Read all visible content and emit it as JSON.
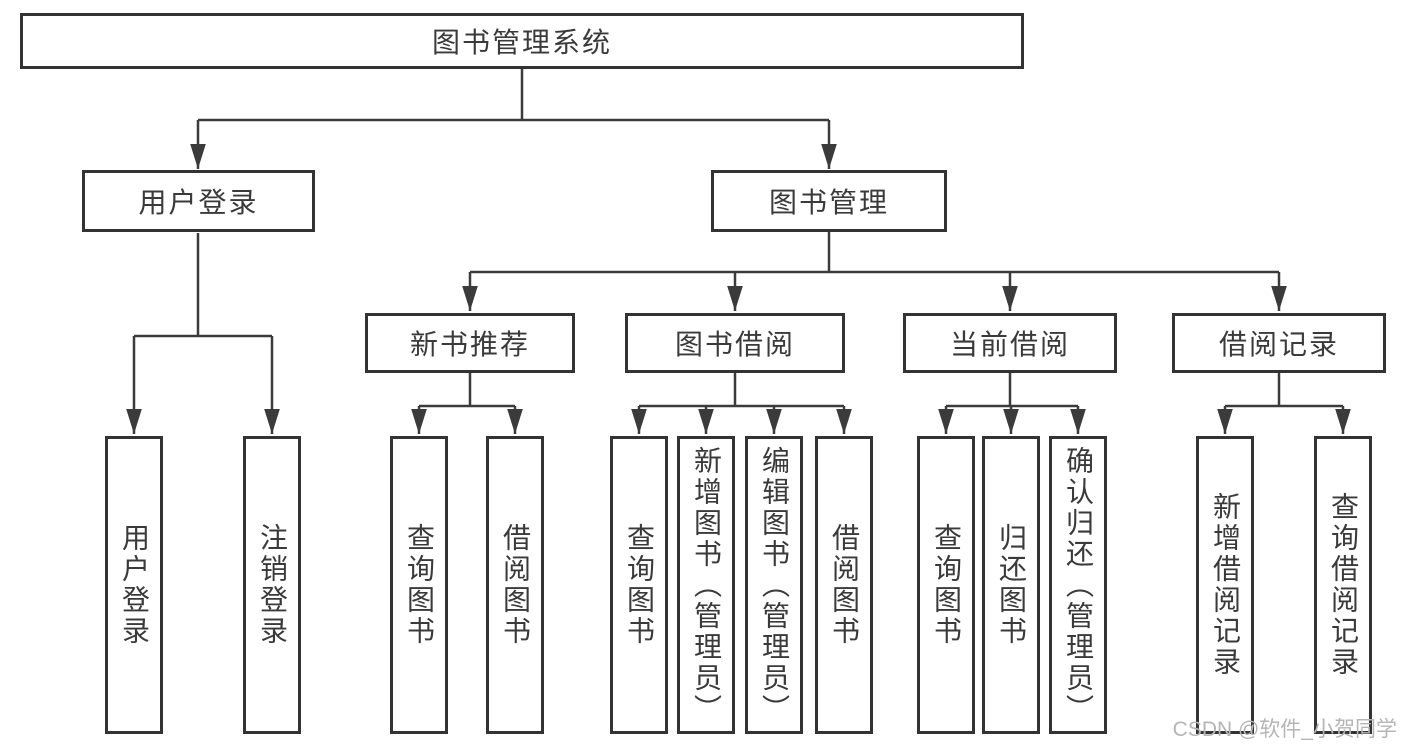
{
  "diagram": {
    "root": {
      "label": "图书管理系统"
    },
    "level2": [
      {
        "label": "用户登录"
      },
      {
        "label": "图书管理"
      }
    ],
    "level3": [
      {
        "label": "新书推荐",
        "parent": "图书管理"
      },
      {
        "label": "图书借阅",
        "parent": "图书管理"
      },
      {
        "label": "当前借阅",
        "parent": "图书管理"
      },
      {
        "label": "借阅记录",
        "parent": "图书管理"
      }
    ],
    "leaves": [
      {
        "label": "用户登录",
        "parent": "用户登录"
      },
      {
        "label": "注销登录",
        "parent": "用户登录"
      },
      {
        "label": "查询图书",
        "parent": "新书推荐"
      },
      {
        "label": "借阅图书",
        "parent": "新书推荐"
      },
      {
        "label": "查询图书",
        "parent": "图书借阅"
      },
      {
        "label": "新增图书（管理员）",
        "parent": "图书借阅"
      },
      {
        "label": "编辑图书（管理员）",
        "parent": "图书借阅"
      },
      {
        "label": "借阅图书",
        "parent": "图书借阅"
      },
      {
        "label": "查询图书",
        "parent": "当前借阅"
      },
      {
        "label": "归还图书",
        "parent": "当前借阅"
      },
      {
        "label": "确认归还（管理员）",
        "parent": "当前借阅"
      },
      {
        "label": "新增借阅记录",
        "parent": "借阅记录"
      },
      {
        "label": "查询借阅记录",
        "parent": "借阅记录"
      }
    ]
  },
  "watermark": {
    "text": "CSDN @软件_小贺同学"
  },
  "colors": {
    "background": "#ffffff",
    "box_border": "#333333",
    "line": "#3b3b3b",
    "text": "#3a3a3a",
    "watermark": "#b5b5b5"
  }
}
